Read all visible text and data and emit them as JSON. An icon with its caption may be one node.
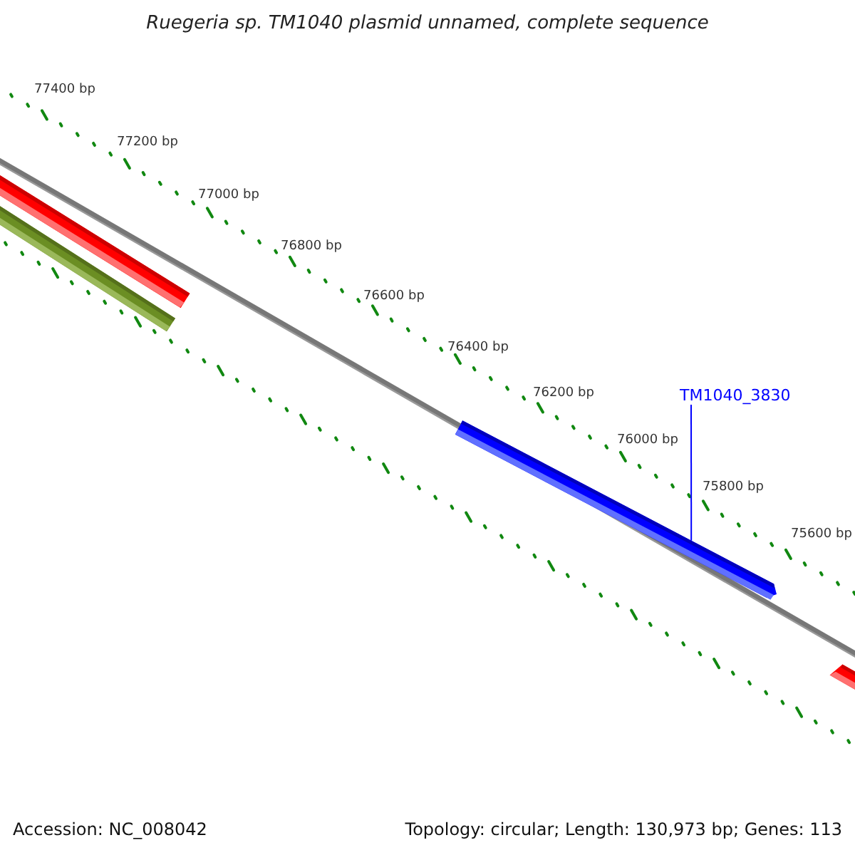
{
  "diagram": {
    "title": "Ruegeria sp. TM1040 plasmid unnamed, complete sequence",
    "nodes": [
      {
        "text": [],
        "shape": "bar"
      },
      {
        "text": [],
        "shape": "bar"
      },
      {
        "text": [
          "TM1040_3830"
        ]
      },
      {
        "text": [],
        "shape": "bar"
      },
      {
        "text": [],
        "shape": "bar"
      }
    ],
    "edges": [
      {
        "from": 2,
        "to": 3,
        "arrow": "none",
        "color": "#0000ff"
      }
    ],
    "labels": [
      "77400 bp",
      "77200 bp",
      "77000 bp",
      "76800 bp",
      "76600 bp",
      "76400 bp",
      "76200 bp",
      "76000 bp",
      "75800 bp",
      "75600 bp",
      "Accession: NC_008042",
      "Topology: circular; Length: 130,973 bp; Genes: 113"
    ]
  }
}
